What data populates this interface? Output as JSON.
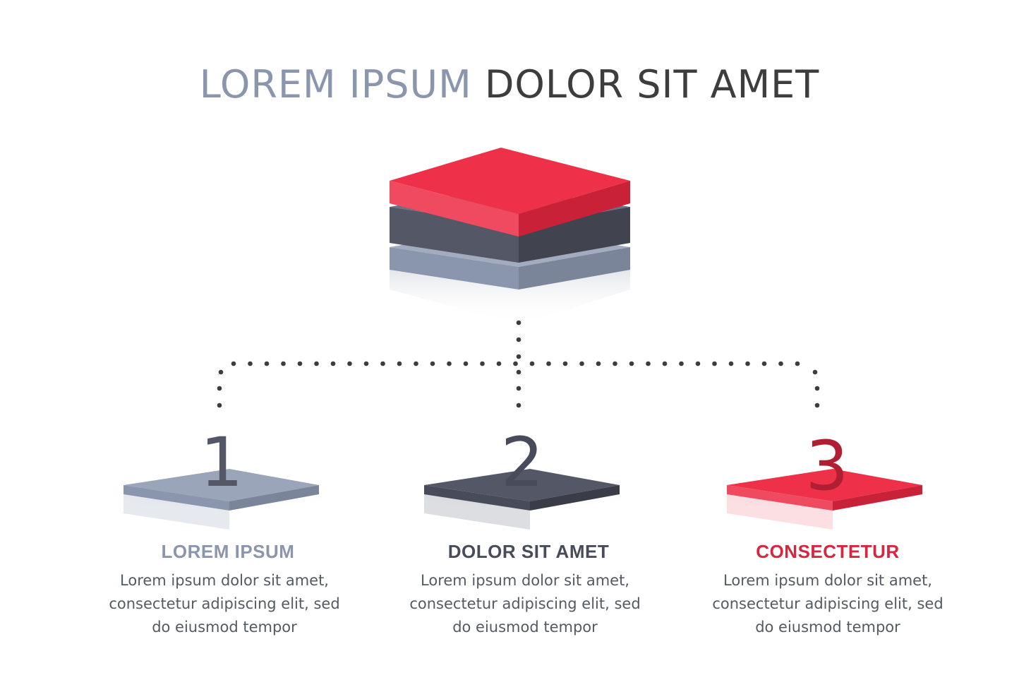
{
  "title": {
    "part1": "LOREM IPSUM",
    "part2": "DOLOR SIT AMET"
  },
  "colors": {
    "red": "#ee3048",
    "dark": "#535766",
    "gray": "#8a96ad",
    "text": "#555a60",
    "title_dark": "#3d3d3d",
    "dots": "#3d3d3d"
  },
  "steps": [
    {
      "number": "1",
      "heading": "LOREM IPSUM",
      "color": "#8a96ad",
      "lines": [
        "Lorem ipsum dolor sit amet,",
        "consectetur adipiscing elit, sed",
        "do eiusmod tempor"
      ]
    },
    {
      "number": "2",
      "heading": "DOLOR SIT AMET",
      "color": "#474b5a",
      "lines": [
        "Lorem ipsum dolor sit amet,",
        "consectetur adipiscing elit, sed",
        "do eiusmod tempor"
      ]
    },
    {
      "number": "3",
      "heading": "CONSECTETUR",
      "color": "#d9253d",
      "lines": [
        "Lorem ipsum dolor sit amet,",
        "consectetur adipiscing elit, sed",
        "do eiusmod tempor"
      ]
    }
  ]
}
